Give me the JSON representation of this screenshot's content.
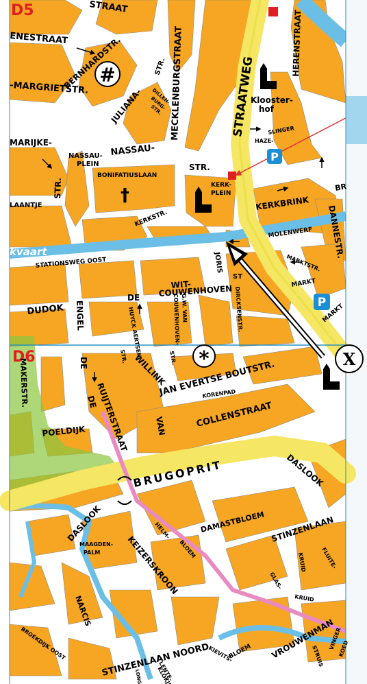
{
  "grid": {
    "top_label": "D5",
    "bottom_label": "D6"
  },
  "markers": {
    "hash": "#",
    "star": "*",
    "x": "X"
  },
  "poi": {
    "parking": "P",
    "klooster": [
      "Klooster-",
      "hof"
    ],
    "church_cross": "†"
  },
  "water": {
    "kvaart": "kvaart"
  },
  "streets": {
    "straat_top": "STRAAT",
    "enestraat": "ENESTRAAT",
    "margrietstr": "-MARGRIETSTR.",
    "bernhardstr": "BERNHARDSTR.",
    "juliana": "JULIANA-",
    "str_small": "STR.",
    "dillen": "DILLEN-",
    "burg": "BURG-",
    "str2": "STR.",
    "mecklenburg": "MECKLENBURGSTRAAT",
    "straatweg": "STRAATWEG",
    "herenstraat": "HERENSTRAAT",
    "slinger": "SLINGER",
    "haze": "HAZE-",
    "marijke": "MARIJKE-",
    "nassau_plein1": "NASSAU-",
    "nassau_plein2": "PLEIN",
    "nassau": "NASSAU-",
    "bonifatiuslaan": "BONIFATIUSLAAN",
    "str_left": "STR.",
    "str_nassau": "STR.",
    "laantje": "LAANTJE",
    "kerk1": "KERK-",
    "kerk2": "PLEIN",
    "kerkstr": "KERKSTR.",
    "kerkbrink": "KERKBRINK",
    "br": "BR",
    "dannestr": "DANNESTR.",
    "molenwerf": "MOLENWERF",
    "stationsweg": "STATIONSWEG OOST",
    "joris": "JORIS",
    "st": "ST",
    "marktstr": "MARKTSTR.",
    "markt": "MARKT",
    "markt2": "MARKT",
    "engel": "ENGEL",
    "de1": "DE",
    "wit": "WIT-",
    "couwenhoven": "COUWENHOVEN",
    "dudok": "DUDOK",
    "de2": "DE",
    "huyck": "HUYCK AERTSEN",
    "gw_van": "G.W. VAN",
    "couwenhoven2": "COUWENHOVEN-",
    "str3": "STR.",
    "dircksenstr": "DIRCKSENSTR.",
    "str4": "STR.",
    "de3": "DE",
    "ruijterstraat": "RUIJTERSTRAAT",
    "makerstr": "MAKERSTR.",
    "willink": "WILLINK",
    "jan_evertse": "JAN EVERTSE  BOUTSTR.",
    "korenpad": "KORENPAD",
    "van": "VAN",
    "collenstraat": "COLLENSTRAAT",
    "poeldijk": "POELDIJK",
    "brugoprit": "BRUGOPRIT",
    "daslook1": "DASLOOK",
    "daslook2": "DASLOOK",
    "damastbloem": "DAMASTBLOEM",
    "helm": "HELM-",
    "bloem1": "BLOEM",
    "stinzenlaan": "STINZENLAAN",
    "fluite": "FLUITE-",
    "kruid": "KRUID",
    "maagden": "MAAGDEN-",
    "palm": "PALM",
    "keizerskroon": "KEIZERSKROON",
    "glas": "GLAS-",
    "kruid2": "KRUID",
    "broekdijk": "BROEKDIJK OOST",
    "narcis": "NARCIS",
    "stinzenlaan_noord": "STINZENLAAN NOORD",
    "kievits": "KIEVITS-",
    "bloem2": "BLOEM",
    "vrouwenmantel": "VROUWENMAN",
    "lente": "LENTE-",
    "klokje": "KLOKJE",
    "long": "LONG",
    "struis": "STRUIS",
    "vinger": "VINGER",
    "koed": "KOED"
  }
}
